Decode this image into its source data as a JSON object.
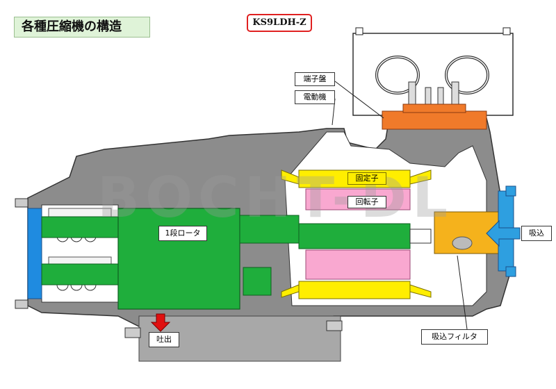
{
  "title": "各種圧縮機の構造",
  "model": "KS9LDH-Z",
  "watermark": "BOCHT-DL",
  "labels": {
    "terminal_board": "端子盤",
    "motor": "電動機",
    "stator": "固定子",
    "rotor": "回転子",
    "first_stage_rotor": "1段ロータ",
    "suction": "吸込",
    "discharge": "吐出",
    "suction_filter": "吸込フィルタ"
  },
  "colors": {
    "casing": "#8c8c8c",
    "rotor_green": "#1fae3c",
    "stator_yellow": "#ffee00",
    "rotor_pink": "#f9a8d0",
    "filter_orange": "#f5b21c",
    "terminal_orange": "#f07a2a",
    "suction_blue": "#2e9fe0",
    "flange_blue": "#1f8be0",
    "discharge_red": "#e01010",
    "model_border": "#e02020",
    "title_bg": "#dff3d8"
  }
}
